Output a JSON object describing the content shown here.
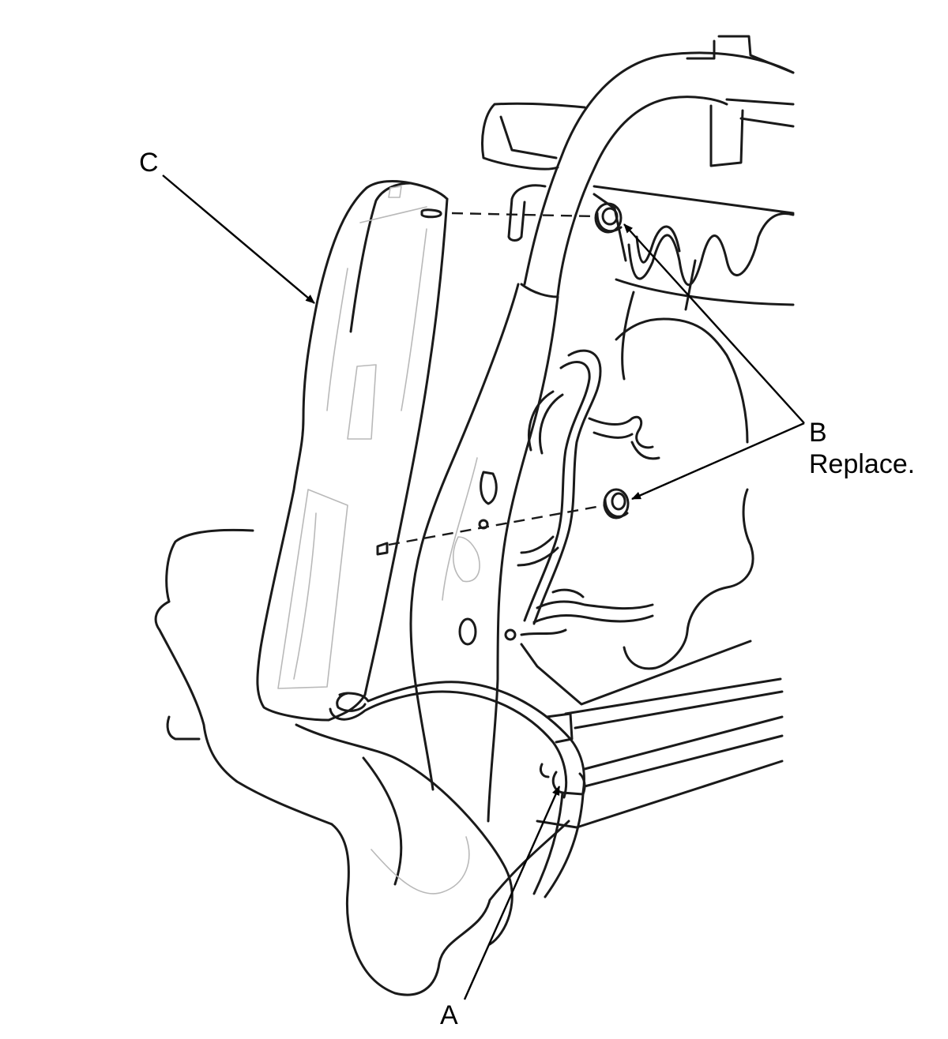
{
  "callouts": {
    "a": {
      "letter": "A"
    },
    "b": {
      "letter": "B",
      "note": "Replace."
    },
    "c": {
      "letter": "C"
    }
  },
  "colors": {
    "line": "#1a1a1a",
    "background": "#ffffff",
    "hidden_line": "#b9b9b9"
  }
}
